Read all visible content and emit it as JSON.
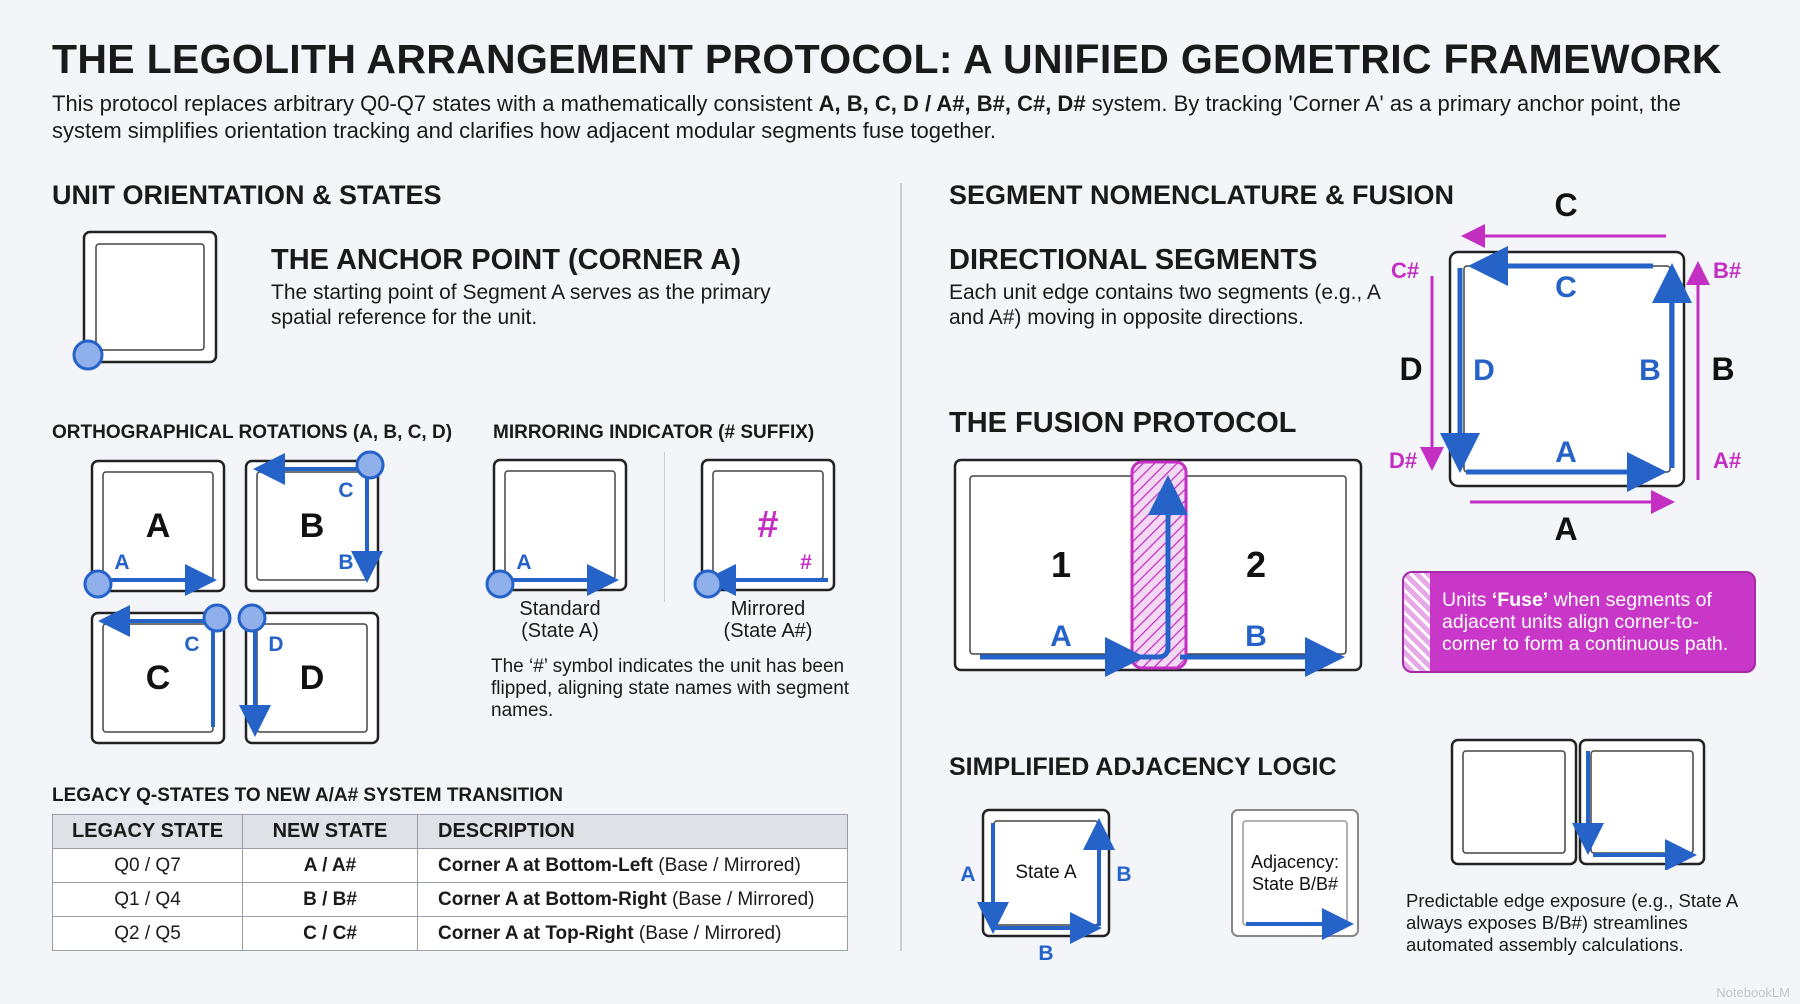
{
  "header": {
    "title": "THE LEGOLITH ARRANGEMENT PROTOCOL: A UNIFIED GEOMETRIC FRAMEWORK",
    "intro_pre": "This protocol replaces arbitrary Q0-Q7 states with a mathematically consistent ",
    "intro_bold": "A, B, C, D / A#, B#, C#, D#",
    "intro_post": " system. By tracking 'Corner A' as a primary anchor point, the system simplifies orientation tracking and clarifies how adjacent modular segments fuse together."
  },
  "left": {
    "section_title": "UNIT ORIENTATION & STATES",
    "anchor": {
      "title": "THE ANCHOR POINT (CORNER A)",
      "text": "The starting point of Segment A serves as the primary spatial reference for the unit."
    },
    "rotations": {
      "title": "ORTHOGRAPHICAL ROTATIONS (A, B, C, D)",
      "units": [
        {
          "big": "A",
          "small": "A"
        },
        {
          "big": "B",
          "small_1": "C",
          "small_2": "B"
        },
        {
          "big": "C",
          "small": "C"
        },
        {
          "big": "D",
          "small": "D"
        }
      ]
    },
    "mirroring": {
      "title": "MIRRORING INDICATOR (# SUFFIX)",
      "standard_label": "A",
      "standard_caption_1": "Standard",
      "standard_caption_2": "(State A)",
      "mirrored_symbol": "#",
      "mirrored_label": "#",
      "mirrored_caption_1": "Mirrored",
      "mirrored_caption_2": "(State A#)",
      "note": "The ‘#’ symbol indicates the unit has been flipped, aligning state names with segment names."
    },
    "legacy": {
      "title": "LEGACY Q-STATES TO NEW A/A# SYSTEM TRANSITION",
      "headers": [
        "LEGACY STATE",
        "NEW STATE",
        "DESCRIPTION"
      ],
      "rows": [
        {
          "legacy": "Q0 / Q7",
          "new": "A / A#",
          "desc_bold": "Corner A at Bottom-Left",
          "desc_rest": " (Base / Mirrored)"
        },
        {
          "legacy": "Q1 / Q4",
          "new": "B / B#",
          "desc_bold": "Corner A at Bottom-Right",
          "desc_rest": " (Base / Mirrored)"
        },
        {
          "legacy": "Q2 / Q5",
          "new": "C / C#",
          "desc_bold": "Corner A at Top-Right",
          "desc_rest": " (Base / Mirrored)"
        }
      ]
    }
  },
  "right": {
    "section_title": "SEGMENT NOMENCLATURE & FUSION",
    "directional": {
      "title": "DIRECTIONAL SEGMENTS",
      "text": "Each unit edge contains two segments (e.g., A and A#) moving in opposite directions."
    },
    "segment_diagram": {
      "outer": {
        "top": "C",
        "bottom": "A",
        "left": "D",
        "right": "B"
      },
      "inner": {
        "top": "C",
        "bottom": "A",
        "left": "D",
        "right": "B"
      },
      "mirrored": {
        "c": "C#",
        "b": "B#",
        "d": "D#",
        "a": "A#"
      }
    },
    "fusion": {
      "title": "THE FUSION PROTOCOL",
      "unit_1": "1",
      "unit_2": "2",
      "seg_1": "A",
      "seg_2": "B",
      "note_pre": "Units ",
      "note_bold": "‘Fuse’",
      "note_post": " when segments of adjacent units align corner-to-corner to form a continuous path."
    },
    "adjacency": {
      "title": "SIMPLIFIED ADJACENCY LOGIC",
      "state_label": "State A",
      "left_label": "A",
      "right_label": "B",
      "bottom_label": "B",
      "adjacency_label_1": "Adjacency:",
      "adjacency_label_2": "State B/B#",
      "note": "Predictable edge exposure (e.g., State A always exposes B/B#) streamlines automated assembly calculations."
    }
  },
  "watermark": "NotebookLM",
  "colors": {
    "blue": "#2563c9",
    "magenta": "#c22fc2",
    "text": "#1a1a1a"
  }
}
